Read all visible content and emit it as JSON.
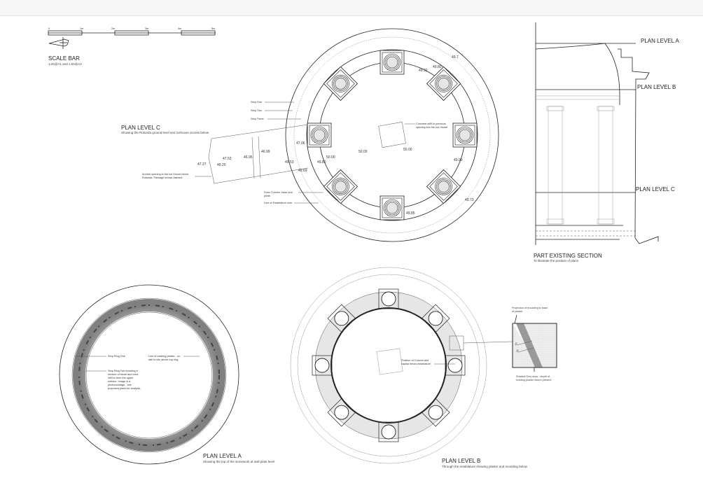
{
  "scale_bar": {
    "ticks": [
      "0",
      "1m",
      "2m",
      "3m",
      "4m",
      "5m"
    ],
    "title": "SCALE BAR",
    "subtitle": "1:25@A1 and 1:50@A3"
  },
  "plan_c": {
    "title": "PLAN LEVEL C",
    "subtitle": "Showing the Rotunda ground level and icehouse access below",
    "notes": {
      "step_one": "Step One",
      "step_two": "Step Two",
      "step_three": "Step Three",
      "concrete": [
        "Concrete infill to previous",
        "opening into the Ice House"
      ],
      "arched": [
        "Arched opening to the Ice House below",
        "Rotunda. Passage shown dashed."
      ],
      "doric": [
        "Doric Column, base and",
        "plinth"
      ],
      "entablature": "Line of Entablature over"
    },
    "levels": [
      "47.27",
      "49.20",
      "47.53",
      "46.95",
      "46.99",
      "47.06",
      "49.53",
      "49.69",
      "49.80",
      "50.00",
      "50.00",
      "50.00",
      "49.92",
      "49.80",
      "49.7",
      "49.99",
      "49.73",
      "49.85"
    ]
  },
  "plan_a": {
    "title": "PLAN LEVEL A",
    "subtitle": "Showing the top of the stonework at wall plate level",
    "notes": {
      "ring_one": "Step Ring One",
      "ring_two": [
        "Step Ring Two showing a",
        "mixture of stone and brick",
        "infill to form the upper",
        "surface. Image is a",
        "photomontage - see",
        "proposed plans for analysis."
      ],
      "plaster": [
        "Line of existing plaster - no",
        "lath in situ above top ring."
      ]
    }
  },
  "plan_b": {
    "title": "PLAN LEVEL B",
    "subtitle": "Through the entablature showing plaster and moulding below",
    "notes": {
      "column": [
        "Position of Column and",
        "capital below entablature"
      ],
      "projection": [
        "Projection of moulding to base",
        "of plaster"
      ],
      "shaded": [
        "Shaded Grey area - depth of",
        "existing plaster where present"
      ]
    },
    "dims": [
      "44",
      "35"
    ]
  },
  "section": {
    "title": "PART EXISTING SECTION",
    "subtitle": "To illustrate the position of plans",
    "level_a": "PLAN LEVEL A",
    "level_b": "PLAN LEVEL B",
    "level_c": "PLAN LEVEL C"
  }
}
